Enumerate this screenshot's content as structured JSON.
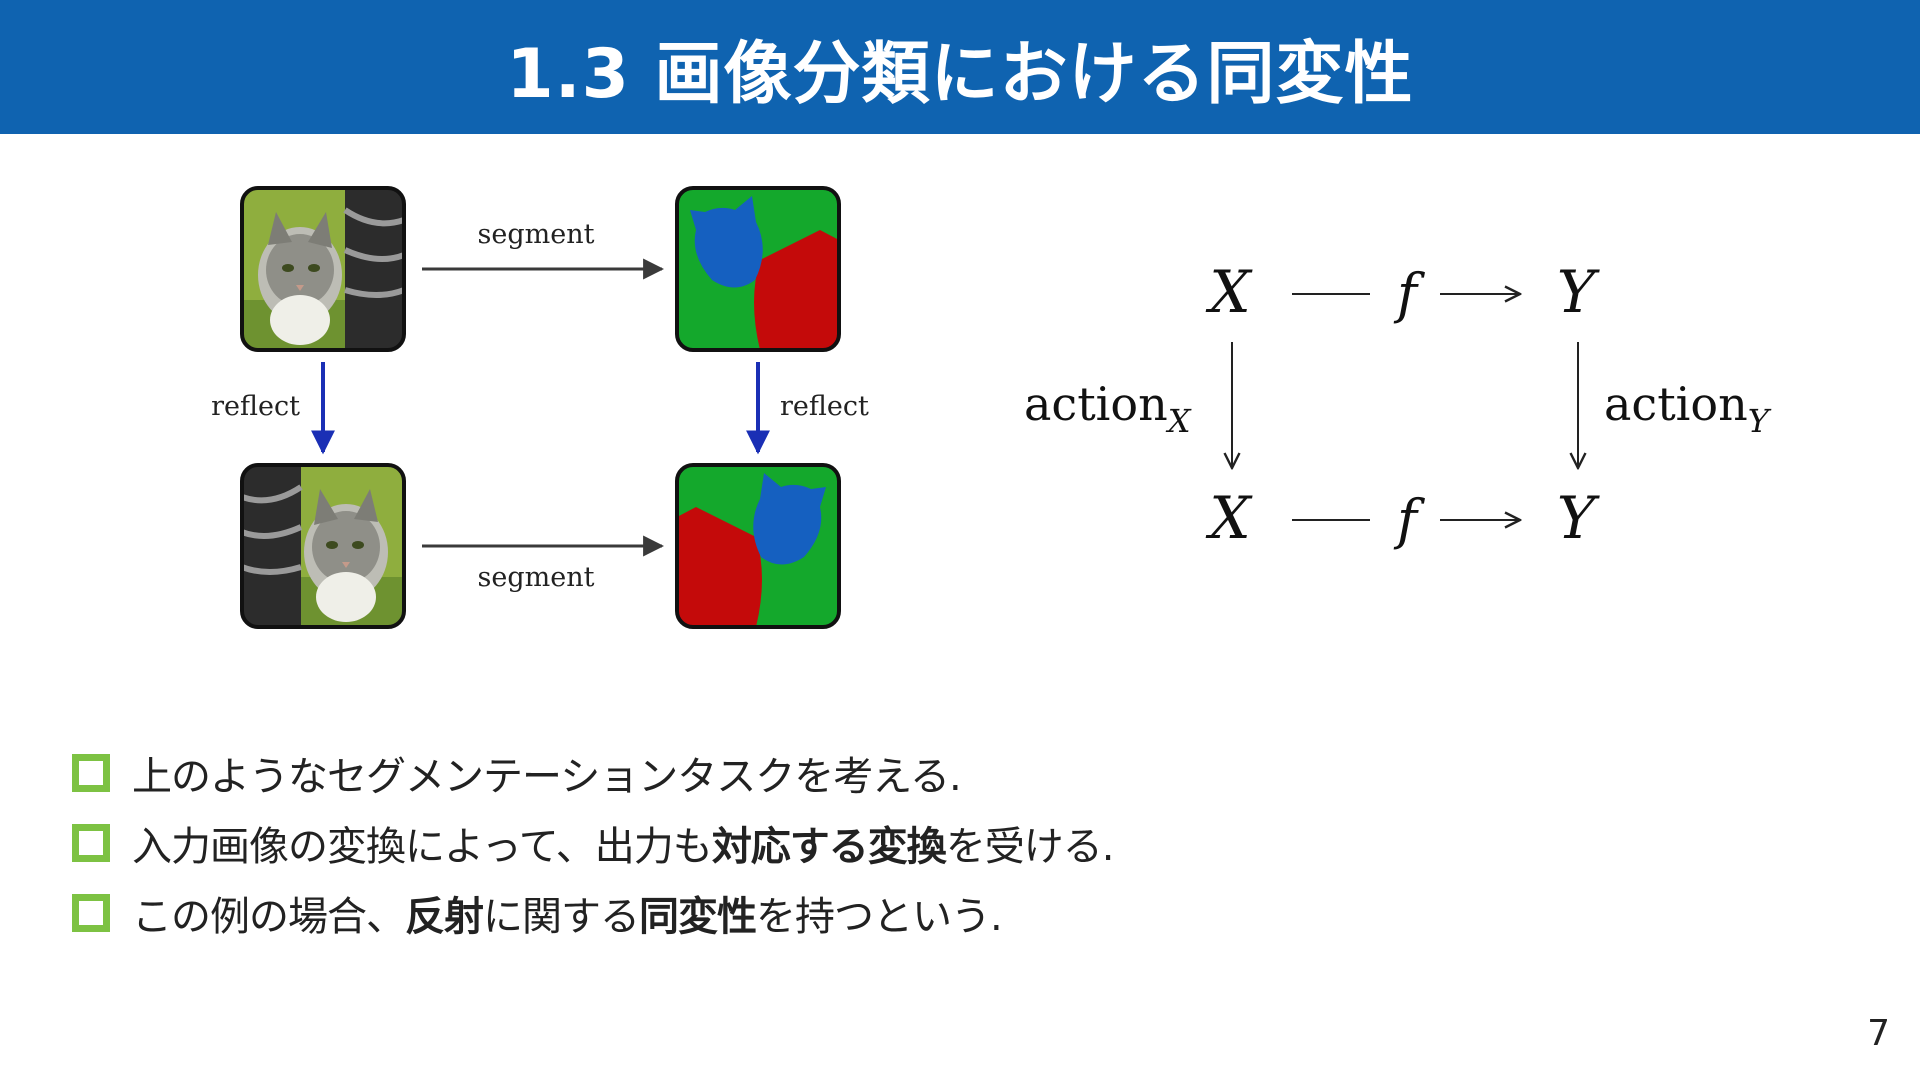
{
  "header": {
    "title": "1.3 画像分類における同変性"
  },
  "figure_left": {
    "top_arrow_label": "segment",
    "bottom_arrow_label": "segment",
    "left_vertical_label": "reflect",
    "right_vertical_label": "reflect",
    "colors": {
      "vertical_arrow": "#1a2fb5",
      "horizontal_arrow": "#3a3a3a",
      "seg_green": "#14a82c",
      "seg_red": "#c40a0a",
      "seg_blue": "#1560c0"
    }
  },
  "figure_right": {
    "top_left": "X",
    "top_mid": "f",
    "top_right": "Y",
    "bottom_left": "X",
    "bottom_mid": "f",
    "bottom_right": "Y",
    "left_label": "action",
    "left_sub": "X",
    "right_label": "action",
    "right_sub": "Y"
  },
  "bullets": [
    {
      "parts": [
        {
          "text": "上のようなセグメンテーションタスクを考える.",
          "bold": false
        }
      ]
    },
    {
      "parts": [
        {
          "text": "入力画像の変換によって、出力も",
          "bold": false
        },
        {
          "text": "対応する変換",
          "bold": true
        },
        {
          "text": "を受ける.",
          "bold": false
        }
      ]
    },
    {
      "parts": [
        {
          "text": "この例の場合、",
          "bold": false
        },
        {
          "text": "反射",
          "bold": true
        },
        {
          "text": "に関する",
          "bold": false
        },
        {
          "text": "同変性",
          "bold": true
        },
        {
          "text": "を持つという.",
          "bold": false
        }
      ]
    }
  ],
  "page_number": "7",
  "accent_color": "#0f63b0",
  "bullet_color": "#7dc243"
}
